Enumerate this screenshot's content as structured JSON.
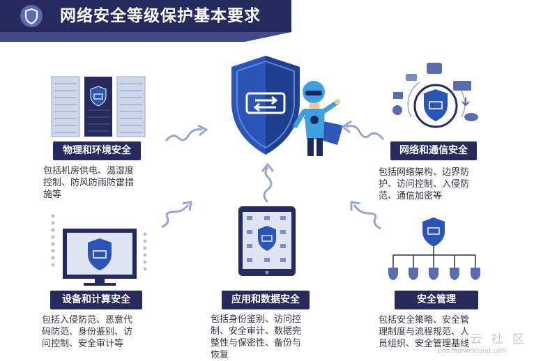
{
  "header": {
    "title": "网络安全等级保护基本要求"
  },
  "sections": {
    "physical": {
      "label": "物理和环境安全",
      "desc": [
        "包括机房供电、温湿度",
        "控制、防风防雨防雷措",
        "施等"
      ]
    },
    "network": {
      "label": "网络和通信安全",
      "desc": [
        "包括网络架构、边界防",
        "护、访问控制、入侵防",
        "范、通信加密等"
      ]
    },
    "device": {
      "label": "设备和计算安全",
      "desc": [
        "包括入侵防范、恶意代",
        "码防范、身份鉴别、访",
        "问控制、安全审计等"
      ]
    },
    "app": {
      "label": "应用和数据安全",
      "desc": [
        "包括身份鉴别、访问控",
        "制、安全审计、数据完",
        "整性与保密性、备份与",
        "恢复"
      ]
    },
    "mgmt": {
      "label": "安全管理",
      "desc": [
        "包括安全策略、安全管",
        "理制度与流程规范、人",
        "员组织、安全管理基线"
      ]
    }
  },
  "watermark": {
    "text": "云 社 区",
    "url": "bbs.huaweicloud.com"
  },
  "colors": {
    "navy": "#262a5c",
    "blue": "#2b56b8",
    "light_blue": "#dfe4f2"
  }
}
